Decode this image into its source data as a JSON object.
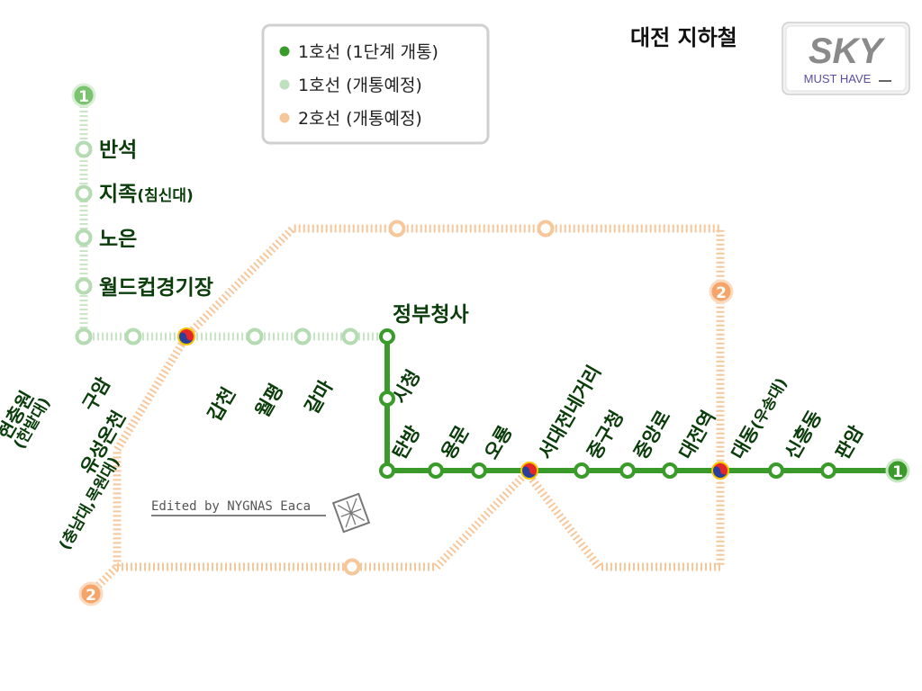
{
  "title": "대전 지하철",
  "legend": {
    "items": [
      {
        "label": "1호선 (1단계 개통)",
        "color": "#3a9b2a"
      },
      {
        "label": "1호선 (개통예정)",
        "color": "#bfe0bf"
      },
      {
        "label": "2호선 (개통예정)",
        "color": "#f6c79a"
      }
    ]
  },
  "logo": {
    "main": "SKY",
    "sub": "MUST HAVE"
  },
  "credit": "Edited by NYGNAS Eaca",
  "colors": {
    "line1_open": "#3a9b2a",
    "line1_planned": "#c8e6c6",
    "line2_planned": "#f6c79a",
    "transfer_red": "#e3262a",
    "transfer_blue": "#2a3f9a",
    "transfer_yellow": "#f5c400",
    "label_text": "#0b3d0b"
  },
  "line_badges": {
    "line1": "1",
    "line2": "2"
  },
  "stations": {
    "banseok": "반석",
    "jijok": "지족",
    "jijok_sub": "(침신대)",
    "noeun": "노은",
    "worldcup": "월드컵경기장",
    "hyeonchungwon": "현충원",
    "hyeonchungwon_sub": "(한밭대)",
    "guam": "구암",
    "yuseong": "유성온천",
    "yuseong_sub": "(충남대,목원대)",
    "gapcheon": "갑천",
    "wolpyeong": "월평",
    "galma": "갈마",
    "jeongbu": "정부청사",
    "sicheong": "시청",
    "tanbang": "탄방",
    "yongmun": "용문",
    "oryong": "오룡",
    "seodae": "서대전네거리",
    "junggu": "중구청",
    "jungang": "중앙로",
    "daejeon": "대전역",
    "daedong": "대동",
    "daedong_sub": "(우송대)",
    "sinheung": "신흥동",
    "panam": "판암"
  }
}
